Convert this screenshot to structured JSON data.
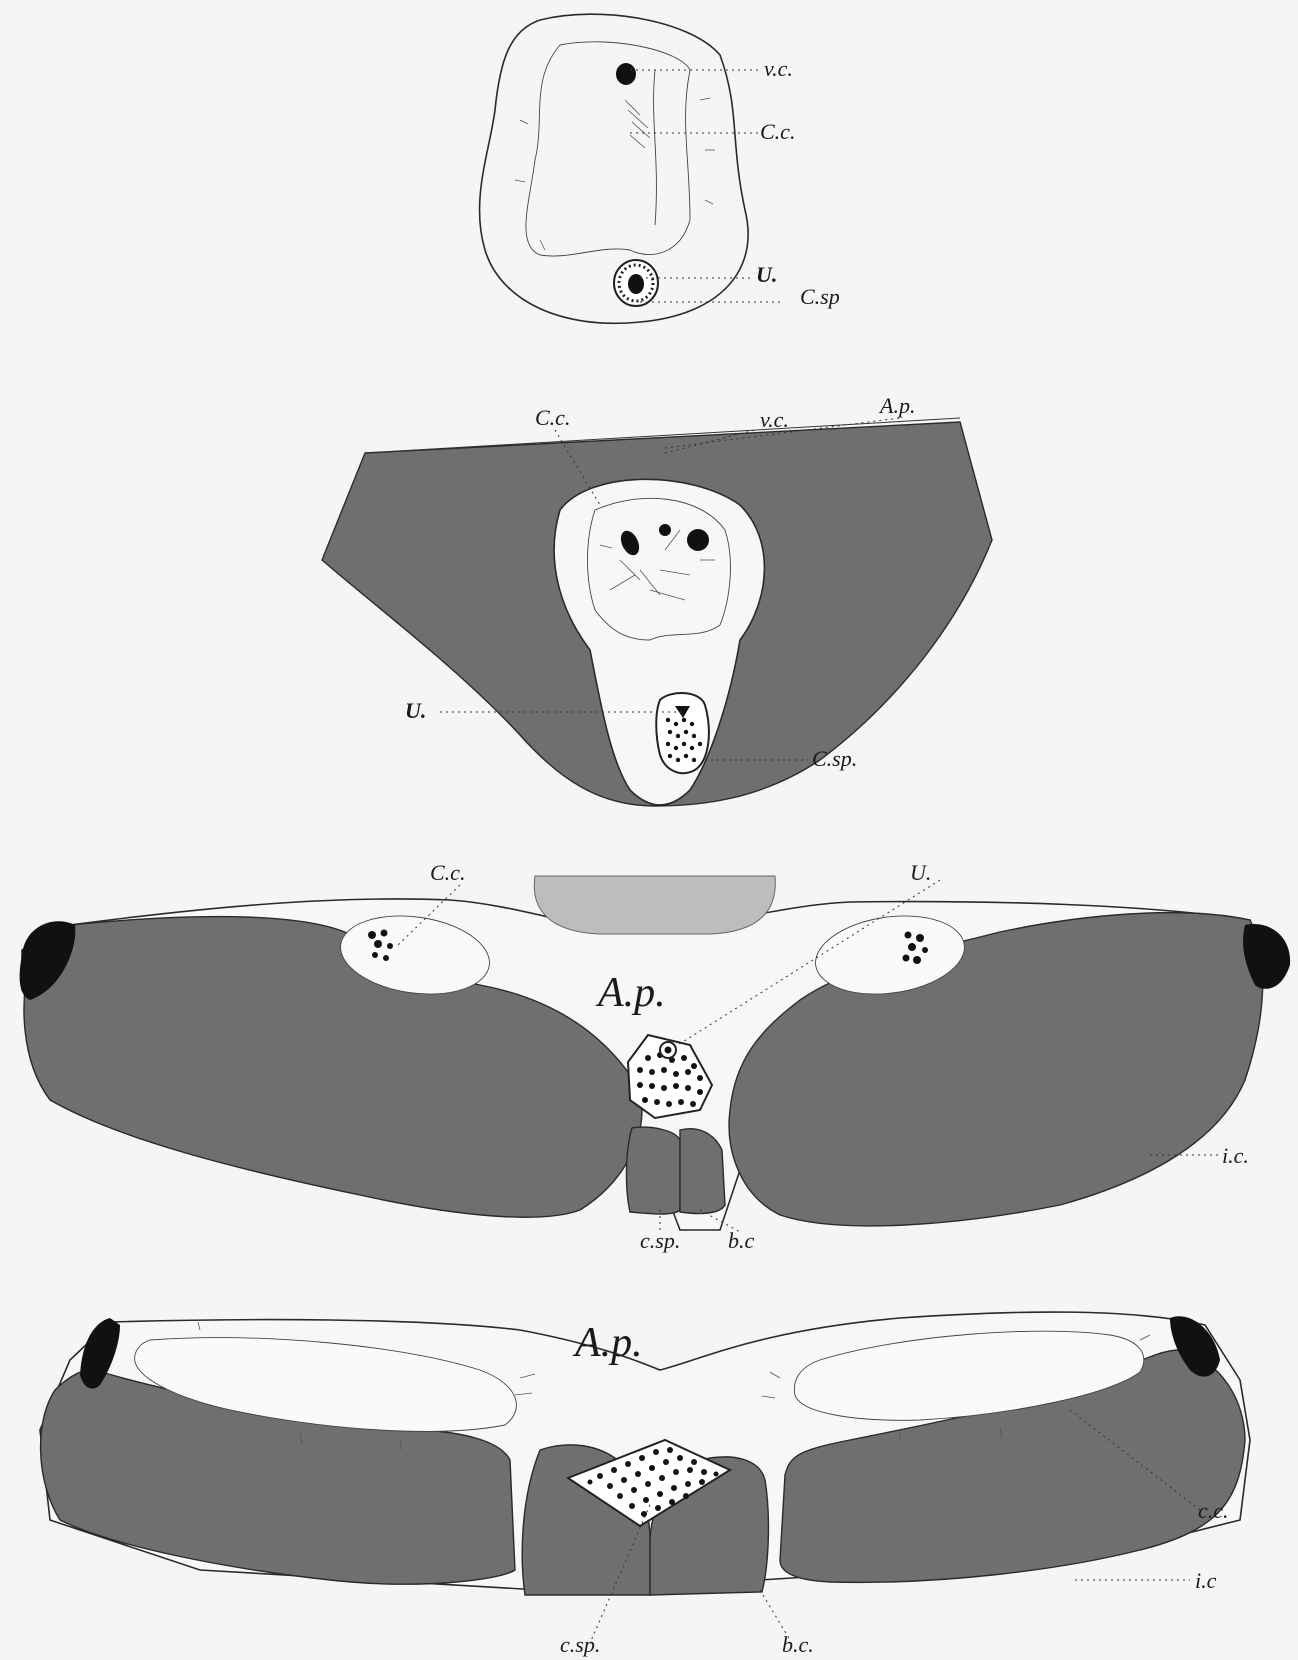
{
  "figures": [
    {
      "id": "section-1",
      "labels": {
        "vc": "v.c.",
        "cc": "C.c.",
        "u": "U.",
        "csp": "C.sp"
      }
    },
    {
      "id": "section-2",
      "labels": {
        "cc": "C.c.",
        "vc": "v.c.",
        "ap": "A.p.",
        "u": "U.",
        "csp": "C.sp."
      }
    },
    {
      "id": "section-3",
      "labels": {
        "cc": "C.c.",
        "u": "U.",
        "ap": "A.p.",
        "ic": "i.c.",
        "csp": "c.sp.",
        "bc": "b.c"
      }
    },
    {
      "id": "section-4",
      "labels": {
        "ap": "A.p.",
        "cc": "c.c.",
        "ic": "i.c",
        "csp": "c.sp.",
        "bc": "b.c."
      }
    }
  ],
  "colors": {
    "paper": "#f5f5f3",
    "tissue_gray": "#6f6f6f",
    "ink": "#111111"
  }
}
